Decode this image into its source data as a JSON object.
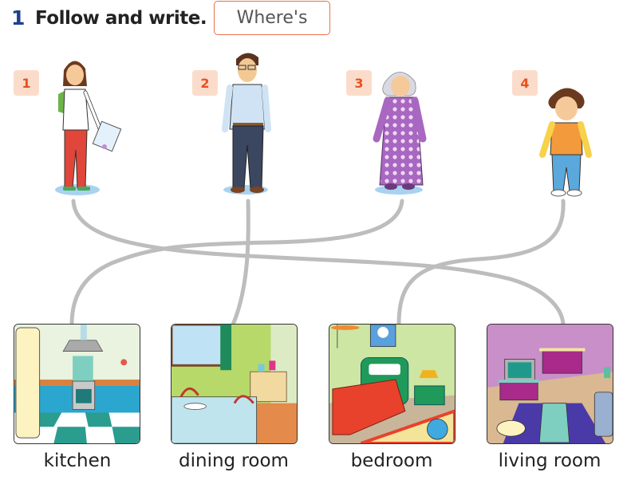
{
  "exercise": {
    "number": "1",
    "instruction": "Follow and write.",
    "word_box": "Where's"
  },
  "people": [
    {
      "number": "1",
      "description": "girl with backpack and certificate",
      "colors": {
        "top": "#ffffff",
        "bottom": "#e0463a",
        "hair": "#6b3a1e"
      }
    },
    {
      "number": "2",
      "description": "man with glasses",
      "colors": {
        "top": "#cfe3f4",
        "bottom": "#3b4660",
        "hair": "#5a3320"
      }
    },
    {
      "number": "3",
      "description": "grandmother in polka-dot nightdress",
      "colors": {
        "top": "#a867c1",
        "bottom": "#a867c1",
        "hair": "#d9d9e2"
      }
    },
    {
      "number": "4",
      "description": "boy in orange sweater",
      "colors": {
        "top": "#f39a3c",
        "bottom": "#5aa8dc",
        "hair": "#6b3a1e"
      }
    }
  ],
  "rooms": [
    {
      "label": "kitchen"
    },
    {
      "label": "dining room"
    },
    {
      "label": "bedroom"
    },
    {
      "label": "living room"
    }
  ],
  "connections": [
    {
      "person": "1",
      "room": "living room"
    },
    {
      "person": "2",
      "room": "dining room"
    },
    {
      "person": "3",
      "room": "kitchen"
    },
    {
      "person": "4",
      "room": "bedroom"
    }
  ],
  "colors": {
    "accent_number": "#1f3f8f",
    "badge_bg": "#fbdccb",
    "badge_text": "#e8501e",
    "word_box_border": "#e8734a",
    "line": "#bdbdbd"
  }
}
